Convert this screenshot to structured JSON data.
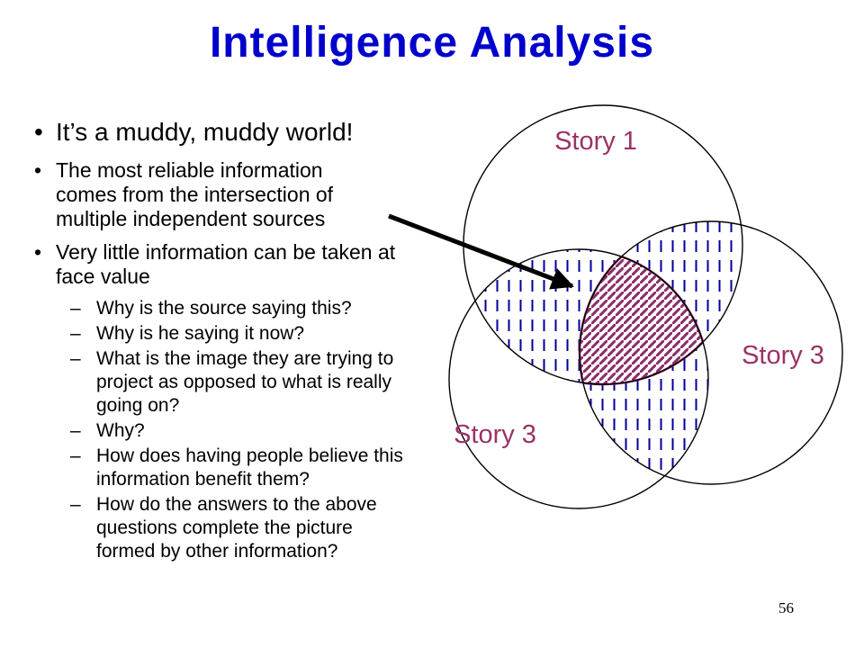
{
  "slide": {
    "title": "Intelligence Analysis",
    "page_number": "56"
  },
  "markers": {
    "l1": "•",
    "l2": "–"
  },
  "bullets": {
    "b0": "It’s a muddy, muddy world!",
    "b1": "The most reliable information comes from the intersection of multiple independent sources",
    "b2": "Very little information can be taken at face value"
  },
  "sub_bullets": {
    "s0": "Why is the source saying this?",
    "s1": "Why is he saying it now?",
    "s2": "What is the image they are trying to project as opposed to what is really going on?",
    "s3": "Why?",
    "s4": "How does having people believe this information benefit them?",
    "s5": "How do the answers to the above questions complete the picture formed by other information?"
  },
  "venn": {
    "labels": {
      "top": "Story 1",
      "right": "Story 3",
      "bottom_left": "Story 3"
    },
    "colors": {
      "title_blue": "#0000CC",
      "label": "#993366",
      "hatch": "#8B2E66",
      "dash": "#000099",
      "outline": "#000000",
      "arrow": "#000000"
    }
  }
}
